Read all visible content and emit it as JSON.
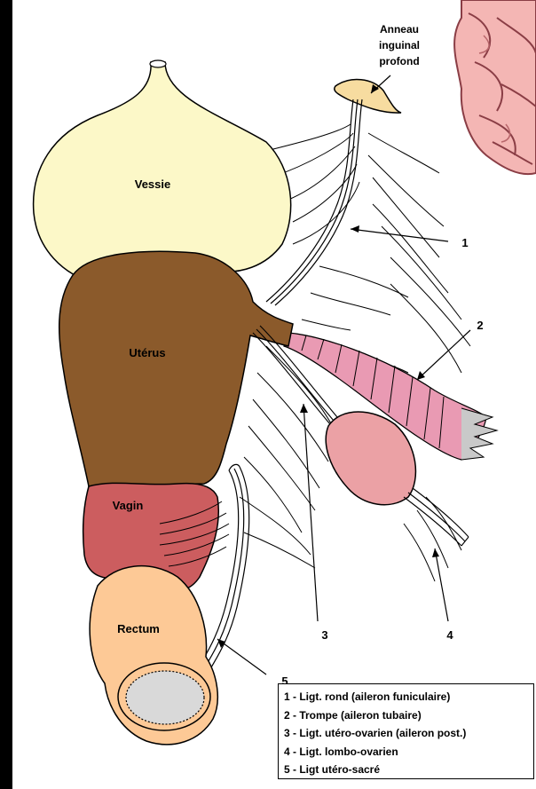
{
  "labels": {
    "anneau_line1": "Anneau",
    "anneau_line2": "inguinal",
    "anneau_line3": "profond",
    "vessie": "Vessie",
    "uterus": "Utérus",
    "vagin": "Vagin",
    "rectum": "Rectum"
  },
  "callouts": {
    "n1": "1",
    "n2": "2",
    "n3": "3",
    "n4": "4",
    "n5": "5"
  },
  "legend": {
    "items": [
      "1 - Ligt. rond (aileron funiculaire)",
      "2 - Trompe (aileron tubaire)",
      "3 - Ligt. utéro-ovarien (aileron post.)",
      "4 - Ligt. lombo-ovarien",
      "5 - Ligt utéro-sacré"
    ]
  },
  "colors": {
    "background": "#000000",
    "vessie": "#fcf8c8",
    "uterus": "#8b5a2b",
    "vagin": "#cc5d5f",
    "rectum": "#fdc996",
    "trompe": "#e99ab3",
    "ovaire": "#eba1a5",
    "anneau": "#f7dca0",
    "intestin": "#f4b6b4"
  }
}
